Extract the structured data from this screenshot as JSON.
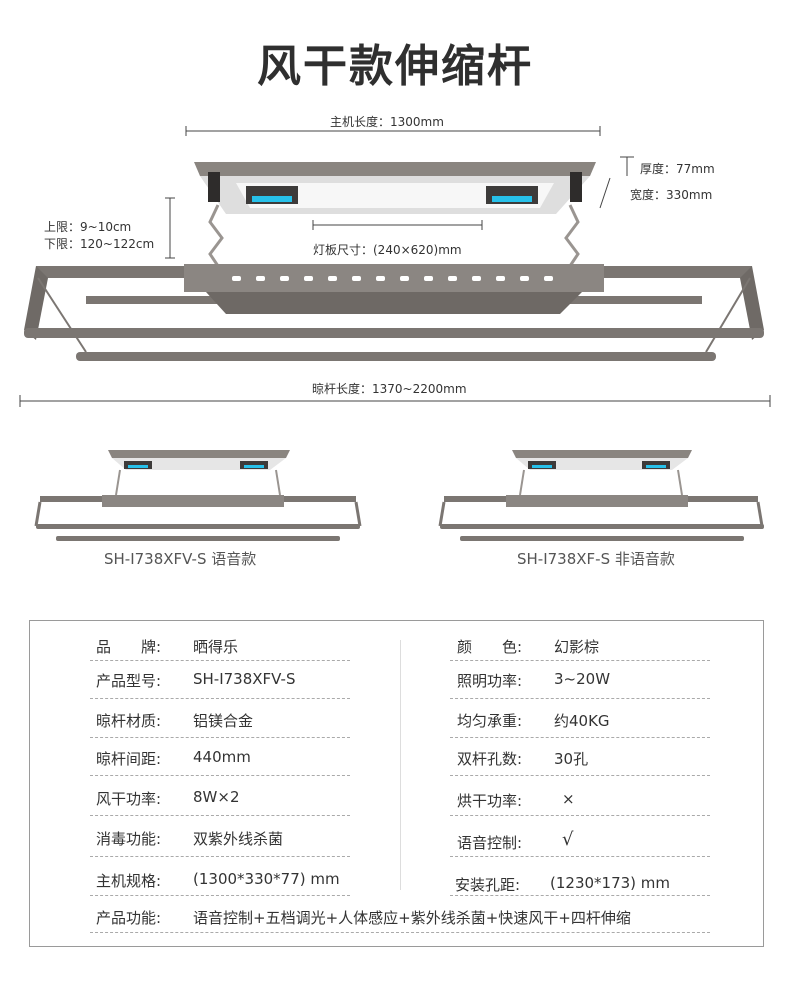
{
  "title": "风干款伸缩杆",
  "dimensions": {
    "host_length": "主机长度：1300mm",
    "thickness": "厚度：77mm",
    "width": "宽度：330mm",
    "upper_limit": "上限：9~10cm",
    "lower_limit": "下限：120~122cm",
    "panel_size": "灯板尺寸：(240×620)mm",
    "rod_length": "晾杆长度：1370~2200mm"
  },
  "models": [
    "SH-I738XFV-S 语音款",
    "SH-I738XF-S 非语音款"
  ],
  "specs_left": [
    {
      "label": "品　　牌:",
      "value": "晒得乐"
    },
    {
      "label": "产品型号:",
      "value": "SH-I738XFV-S"
    },
    {
      "label": "晾杆材质:",
      "value": "铝镁合金"
    },
    {
      "label": "晾杆间距:",
      "value": "440mm"
    },
    {
      "label": "风干功率:",
      "value": "8W×2"
    },
    {
      "label": "消毒功能:",
      "value": "双紫外线杀菌"
    },
    {
      "label": "主机规格:",
      "value": "(1300*330*77) mm"
    }
  ],
  "specs_right": [
    {
      "label": "颜　　色:",
      "value": "幻影棕"
    },
    {
      "label": "照明功率:",
      "value": "3~20W"
    },
    {
      "label": "均匀承重:",
      "value": "约40KG"
    },
    {
      "label": "双杆孔数:",
      "value": "30孔"
    },
    {
      "label": "烘干功率:",
      "value": "×"
    },
    {
      "label": "语音控制:",
      "value": "√"
    },
    {
      "label": "安装孔距:",
      "value": "(1230*173) mm"
    }
  ],
  "product_function": {
    "label": "产品功能:",
    "value": "语音控制+五档调光+人体感应+紫外线杀菌+快速风干+四杆伸缩"
  },
  "colors": {
    "frame": "#7b7672",
    "frame_dark": "#5e5955",
    "uv": "#27c1ea",
    "panel": "#f1f1f1"
  }
}
